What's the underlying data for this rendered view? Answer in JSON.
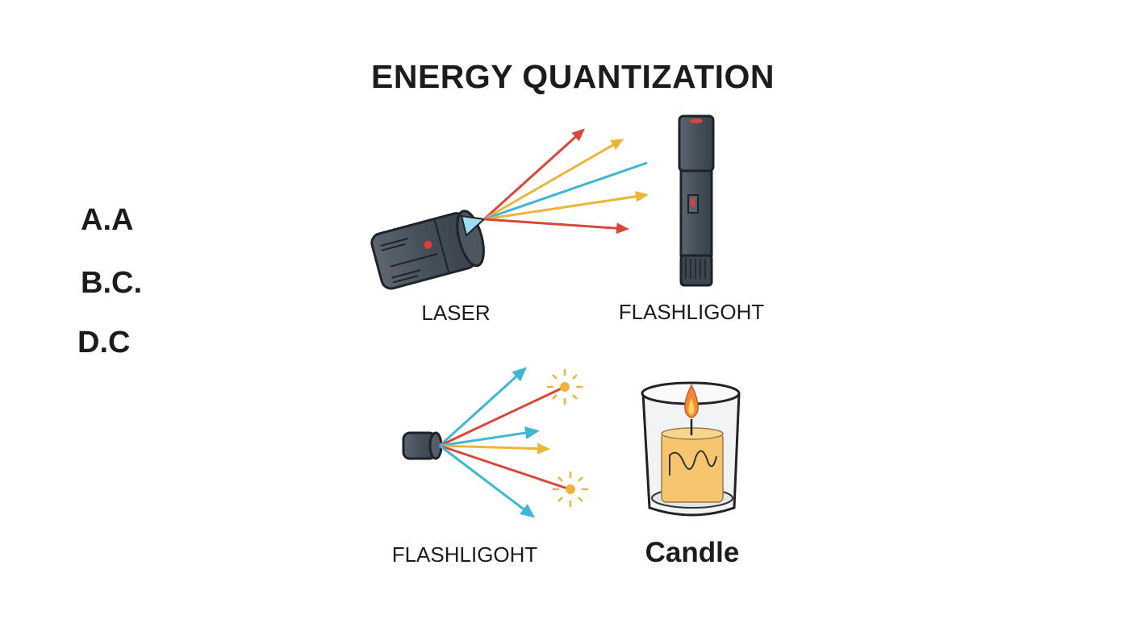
{
  "title": "ENERGY QUANTIZATION",
  "options": [
    "A.A",
    "B.C.",
    "D.C"
  ],
  "labels": {
    "laser": "LASER",
    "flashlight_top": "FLASHLIGOHT",
    "flashlight_bottom": "FLASHLIGOHT",
    "candle": "Candle"
  },
  "colors": {
    "red": "#d9473a",
    "yellow": "#ecb53a",
    "blue": "#3fb6d4",
    "device": "#4d5560",
    "wax": "#f6c56e"
  }
}
